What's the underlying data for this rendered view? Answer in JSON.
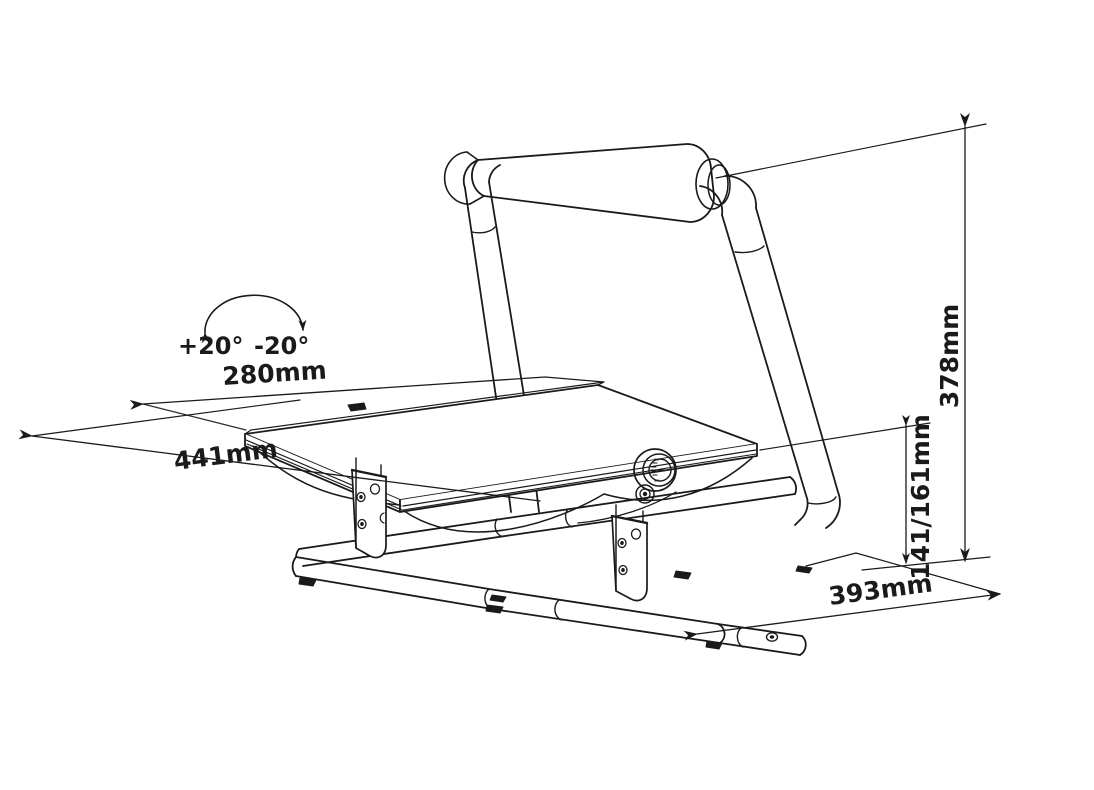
{
  "drawing": {
    "title": "Laptop desk riser technical dimension drawing",
    "view": "isometric line drawing",
    "units": "mm",
    "line_color": "#1a1a1a",
    "background_color": "#ffffff",
    "fill_color": "#ffffff"
  },
  "dimensions": {
    "depth_top": "280mm",
    "width_top": "441mm",
    "height_total": "378mm",
    "height_range": "141/161mm",
    "base_width": "393mm"
  },
  "annotations": {
    "tilt_positive": "+20°",
    "tilt_negative": "-20°"
  },
  "parts": {
    "handle_bar": "handle-bar",
    "upright_left": "upright-tube-left",
    "upright_right": "upright-tube-right",
    "desktop": "desktop-panel",
    "bracket_left": "bracket-post-left",
    "bracket_right": "bracket-post-right",
    "knob": "adjustment-knob",
    "base_frame": "base-tube-frame"
  }
}
